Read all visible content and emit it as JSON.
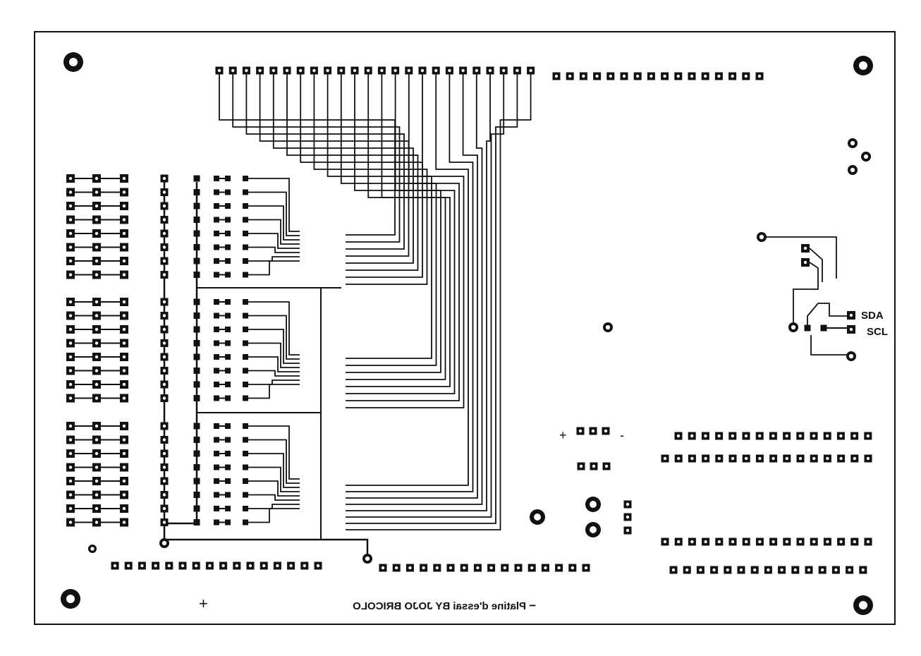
{
  "board": {
    "caption": "Platine d'essai BY JOJO BRICOLO",
    "minus_sign": "−",
    "mirrored_text": true
  },
  "labels": {
    "sda": "SDA",
    "scl": "SCL",
    "power_plus": "+",
    "power_minus": "-",
    "bottom_plus": "+"
  },
  "colors": {
    "copper": "#111111",
    "substrate": "#ffffff",
    "outline": "#111111"
  }
}
